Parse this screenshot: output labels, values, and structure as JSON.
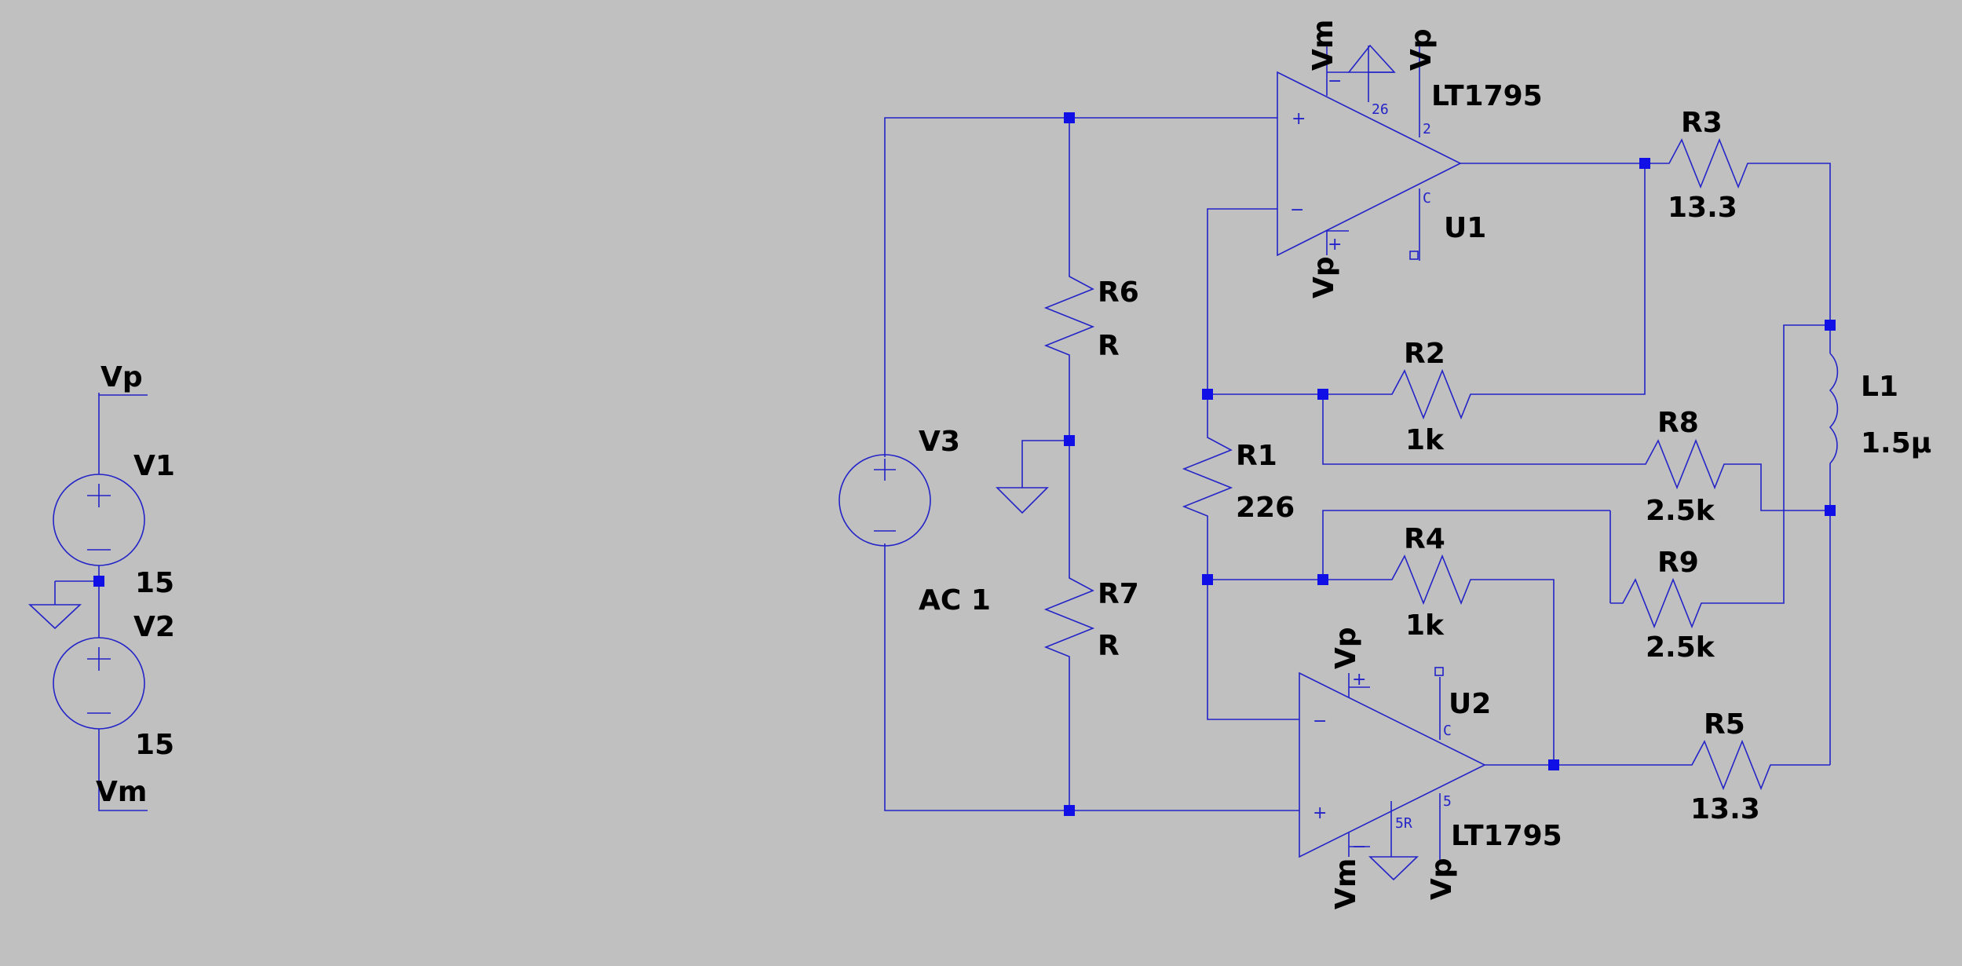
{
  "components": {
    "V1": {
      "name": "V1",
      "value": "15"
    },
    "V2": {
      "name": "V2",
      "value": "15"
    },
    "V3": {
      "name": "V3",
      "value": "AC 1"
    },
    "U1": {
      "name": "U1",
      "part": "LT1795",
      "pin_top": "26",
      "pin_right_top": "2",
      "pin_right_mid": "C"
    },
    "U2": {
      "name": "U2",
      "part": "LT1795",
      "pin_bottom": "5R",
      "pin_right_bottom": "5",
      "pin_right_mid": "C"
    },
    "R1": {
      "name": "R1",
      "value": "226"
    },
    "R2": {
      "name": "R2",
      "value": "1k"
    },
    "R3": {
      "name": "R3",
      "value": "13.3"
    },
    "R4": {
      "name": "R4",
      "value": "1k"
    },
    "R5": {
      "name": "R5",
      "value": "13.3"
    },
    "R6": {
      "name": "R6",
      "value": "R"
    },
    "R7": {
      "name": "R7",
      "value": "R"
    },
    "R8": {
      "name": "R8",
      "value": "2.5k"
    },
    "R9": {
      "name": "R9",
      "value": "2.5k"
    },
    "L1": {
      "name": "L1",
      "value": "1.5μ"
    }
  },
  "nets": {
    "vp": "Vp",
    "vm": "Vm"
  },
  "colors": {
    "background": "#c0c0c0",
    "wire": "#2323c8",
    "junction": "#1010e6",
    "label": "#000000"
  }
}
